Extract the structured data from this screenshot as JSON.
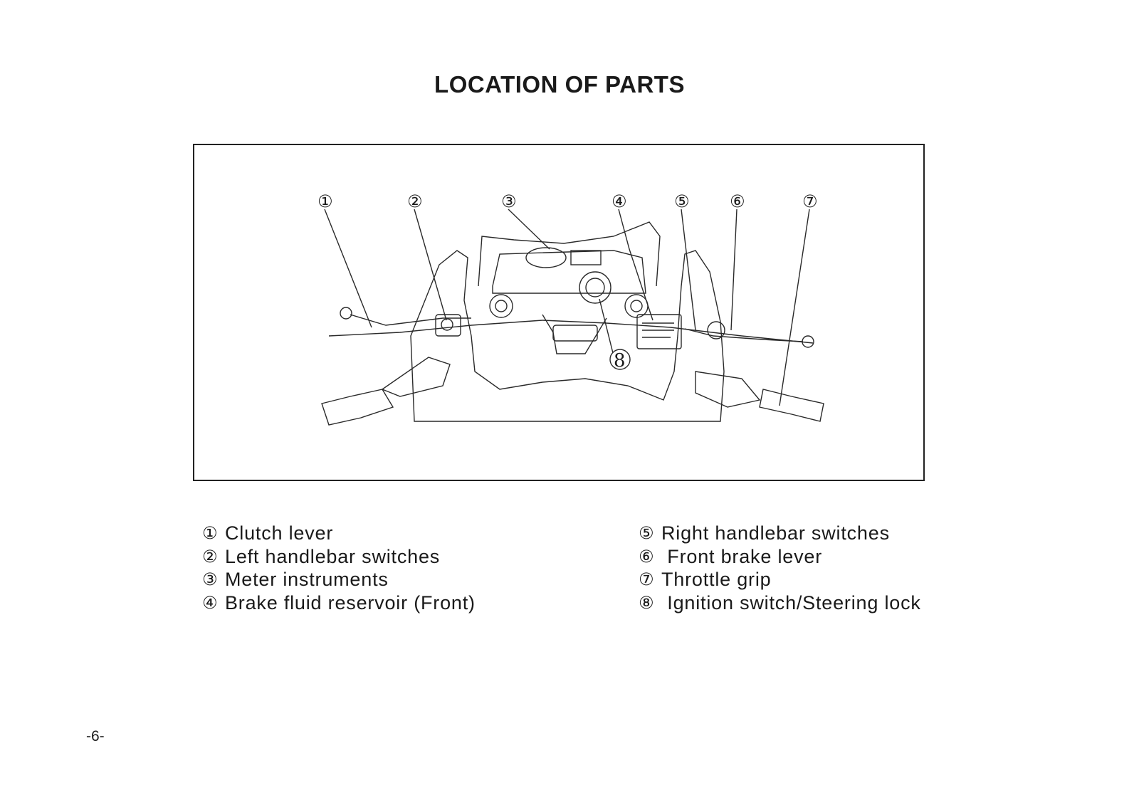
{
  "page": {
    "title": "LOCATION OF PARTS",
    "page_number": "-6-"
  },
  "figure": {
    "callouts": [
      "①",
      "②",
      "③",
      "④",
      "⑤",
      "⑥",
      "⑦",
      "8"
    ]
  },
  "legend": {
    "left": [
      {
        "num": "①",
        "text": "Clutch lever"
      },
      {
        "num": "②",
        "text": "Left handlebar switches"
      },
      {
        "num": "③",
        "text": "Meter instruments"
      },
      {
        "num": "④",
        "text": "Brake fluid reservoir (Front)"
      }
    ],
    "right": [
      {
        "num": "⑤",
        "text": "Right handlebar switches"
      },
      {
        "num": "⑥",
        "text": " Front brake lever"
      },
      {
        "num": "⑦",
        "text": "Throttle grip"
      },
      {
        "num": "⑧",
        "text": " Ignition switch/Steering lock"
      }
    ]
  }
}
